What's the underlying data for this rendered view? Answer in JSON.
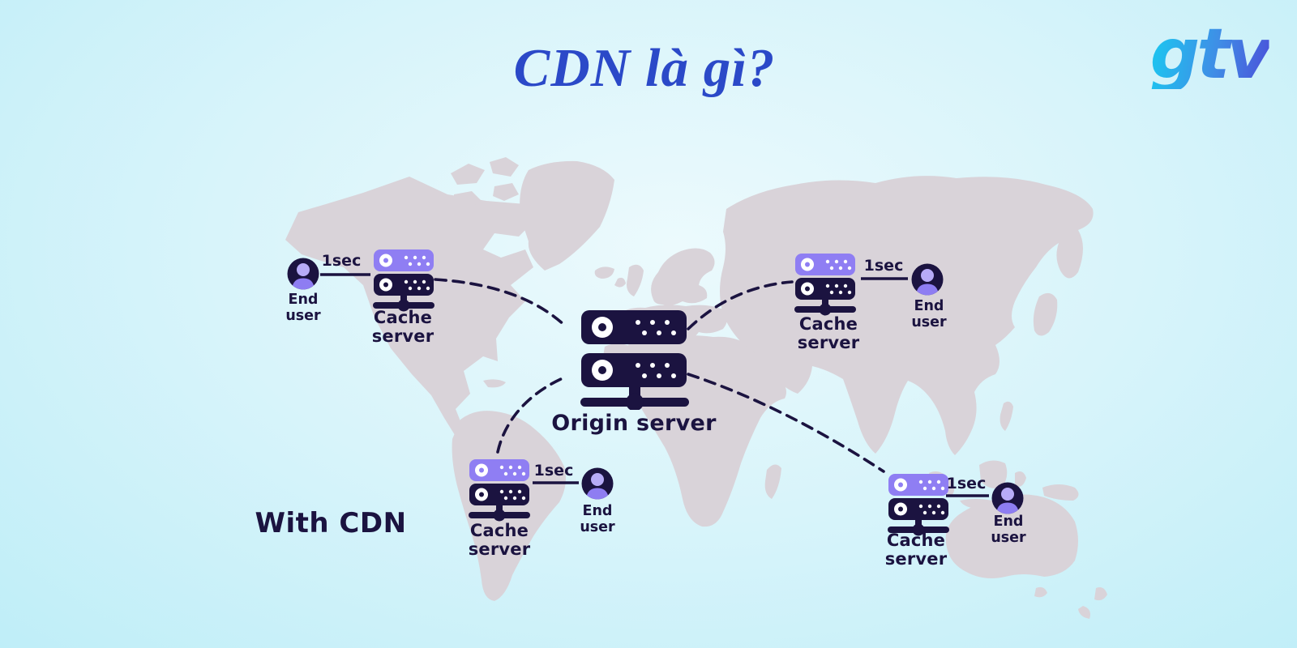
{
  "header": {
    "title": "CDN là gì?",
    "logo": "gtv"
  },
  "caption": "With CDN",
  "origin": {
    "label": "Origin server"
  },
  "regions": [
    {
      "id": "north-america",
      "cache_label": "Cache server",
      "user_label": "End user",
      "latency": "1sec"
    },
    {
      "id": "east-asia",
      "cache_label": "Cache server",
      "user_label": "End user",
      "latency": "1sec"
    },
    {
      "id": "south-america",
      "cache_label": "Cache server",
      "user_label": "End user",
      "latency": "1sec"
    },
    {
      "id": "oceania",
      "cache_label": "Cache server",
      "user_label": "End user",
      "latency": "1sec"
    }
  ],
  "colors": {
    "bg_outer": "#bfeef8",
    "bg_mid": "#d8f4fa",
    "bg_inner": "#ecfafd",
    "map": "#d9d3d9",
    "navy": "#1b1340",
    "periwinkle": "#8f7ef3",
    "avatar_head": "#b7abf7",
    "avatar_body": "#8e7df2",
    "title_blue": "#2b49c8",
    "logo_from": "#1fc0ef",
    "logo_to": "#4b4fd9"
  }
}
